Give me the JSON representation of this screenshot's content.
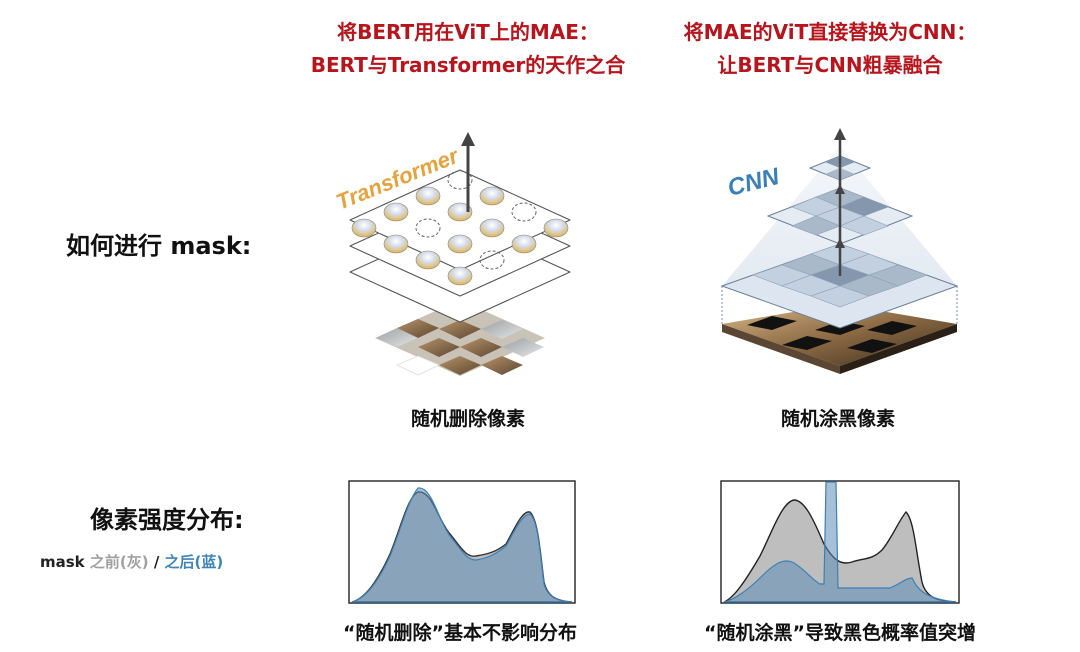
{
  "header": {
    "left": {
      "line1": "将BERT用在ViT上的MAE：",
      "line2": "BERT与Transformer的天作之合"
    },
    "right": {
      "line1": "将MAE的ViT直接替换为CNN：",
      "line2": "让BERT与CNN粗暴融合"
    }
  },
  "rows": {
    "mask_label": "如何进行 mask:",
    "distribution_label": "像素强度分布:"
  },
  "legend": {
    "prefix": "mask ",
    "before": "之前(灰)",
    "separator": " / ",
    "after": "之后(蓝)"
  },
  "diagrams": {
    "transformer": {
      "tag": "Transformer",
      "caption": "随机删除像素"
    },
    "cnn": {
      "tag": "CNN",
      "caption": "随机涂黑像素"
    }
  },
  "distributions": {
    "left_caption": "“随机删除”基本不影响分布",
    "right_caption": "“随机涂黑”导致黑色概率值突增"
  },
  "colors": {
    "headline": "#b8141b",
    "before_fill": "#b3b3b3",
    "after_fill": "#5c8db8",
    "transformer_tag": "#e6a23c",
    "cnn_tag": "#3a7fb7"
  }
}
